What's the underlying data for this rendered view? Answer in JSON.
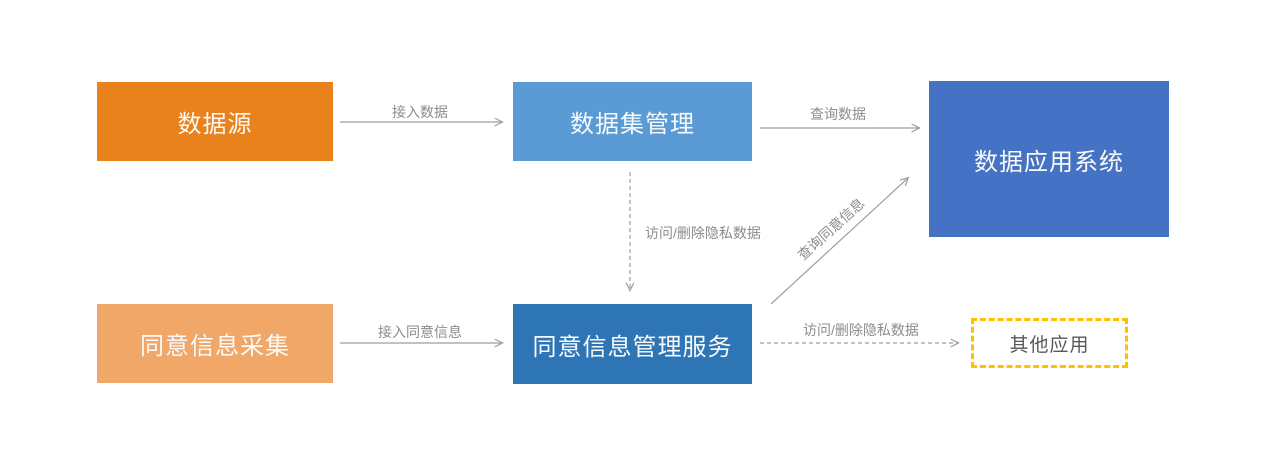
{
  "diagram": {
    "colors": {
      "arrow": "#9E9E9E",
      "edge_label_text": "#8C8C8C",
      "node_text": "#FAFAFA",
      "other_apps_border": "#FFC000",
      "other_apps_text": "#595959"
    },
    "nodes": [
      {
        "id": "data-source",
        "label": "数据源",
        "fill": "#E8821C",
        "text_color": "#FAFAFA"
      },
      {
        "id": "dataset-management",
        "label": "数据集管理",
        "fill": "#5B9BD5",
        "text_color": "#FAFAFA"
      },
      {
        "id": "data-application-system",
        "label": "数据应用系统",
        "fill": "#4472C4",
        "text_color": "#FAFAFA"
      },
      {
        "id": "consent-info-collection",
        "label": "同意信息采集",
        "fill": "#F1A767",
        "text_color": "#FAFAFA"
      },
      {
        "id": "consent-info-management-service",
        "label": "同意信息管理服务",
        "fill": "#2E75B6",
        "text_color": "#FAFAFA"
      },
      {
        "id": "other-applications",
        "label": "其他应用",
        "fill": "#FFFFFF",
        "border_color": "#FFC000",
        "text_color": "#595959"
      }
    ],
    "edges": [
      {
        "id": "access-data",
        "label": "接入数据",
        "from": "data-source",
        "to": "dataset-management",
        "style": "solid"
      },
      {
        "id": "query-data",
        "label": "查询数据",
        "from": "dataset-management",
        "to": "data-application-system",
        "style": "solid"
      },
      {
        "id": "access-delete-private-data-down",
        "label": "访问/删除隐私数据",
        "from": "dataset-management",
        "to": "consent-info-management-service",
        "style": "dashed"
      },
      {
        "id": "query-consent-info",
        "label": "查询同意信息",
        "from": "consent-info-management-service",
        "to": "data-application-system",
        "style": "solid"
      },
      {
        "id": "access-consent-info",
        "label": "接入同意信息",
        "from": "consent-info-collection",
        "to": "consent-info-management-service",
        "style": "solid"
      },
      {
        "id": "access-delete-private-data-right",
        "label": "访问/删除隐私数据",
        "from": "consent-info-management-service",
        "to": "other-applications",
        "style": "dashed"
      }
    ]
  }
}
